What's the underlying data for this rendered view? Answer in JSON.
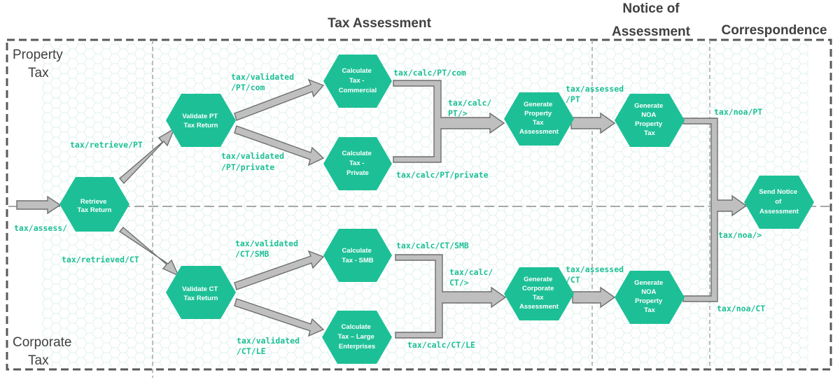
{
  "colors": {
    "node_fill": "#1dc096",
    "topic_text": "#1dbf95",
    "arrow_fill": "#bfbfbf",
    "arrow_stroke": "#6e6e6e",
    "border": "#595959",
    "header_text": "#404040"
  },
  "headers": {
    "tax_assessment": "Tax Assessment",
    "notice_line1": "Notice of",
    "notice_line2": "Assessment",
    "correspondence": "Correspondence"
  },
  "lanes": {
    "property_line1": "Property",
    "property_line2": "Tax",
    "corporate_line1": "Corporate",
    "corporate_line2": "Tax"
  },
  "nodes": {
    "retrieve": [
      "Retrieve",
      "Tax Return"
    ],
    "validate_pt": [
      "Validate  PT",
      "Tax Return"
    ],
    "validate_ct": [
      "Validate  CT",
      "Tax Return"
    ],
    "calc_commercial": [
      "Calculate",
      "Tax -",
      "Commercial"
    ],
    "calc_private": [
      "Calculate",
      "Tax -",
      "Private"
    ],
    "calc_smb": [
      "Calculate",
      "Tax - SMB"
    ],
    "calc_large": [
      "Calculate",
      "Tax – Large",
      "Enterprises"
    ],
    "gen_property": [
      "Generate",
      "Property",
      "Tax",
      "Assessment"
    ],
    "gen_corporate": [
      "Generate",
      "Corporate",
      "Tax",
      "Assessment"
    ],
    "noa_pt": [
      "Generate",
      "NOA",
      "Property",
      "Tax"
    ],
    "noa_ct": [
      "Generate",
      "NOA",
      "Property",
      "Tax"
    ],
    "send_notice": [
      "Send Notice",
      "of",
      "Assessment"
    ]
  },
  "topics": {
    "assess": "tax/assess/",
    "retrieve_pt": "tax/retrieve/PT",
    "retrieved_ct": "tax/retrieved/CT",
    "validated_pt_com": [
      "tax/validated",
      "/PT/com"
    ],
    "validated_pt_private": [
      "tax/validated",
      "/PT/private"
    ],
    "validated_ct_smb": [
      "tax/validated",
      "/CT/SMB"
    ],
    "validated_ct_le": [
      "tax/validated",
      "/CT/LE"
    ],
    "calc_pt_com": "tax/calc/PT/com",
    "calc_pt_private": "tax/calc/PT/private",
    "calc_pt_merge": [
      "tax/calc/",
      "PT/>"
    ],
    "calc_ct_smb": "tax/calc/CT/SMB",
    "calc_ct_le": "tax/calc/CT/LE",
    "calc_ct_merge": [
      "tax/calc/",
      "CT/>"
    ],
    "assessed_pt": [
      "tax/assessed",
      "/PT"
    ],
    "assessed_ct": [
      "tax/assessed",
      "/CT"
    ],
    "noa_pt": "tax/noa/PT",
    "noa_ct": "tax/noa/CT",
    "noa_all": "tax/noa/>"
  }
}
